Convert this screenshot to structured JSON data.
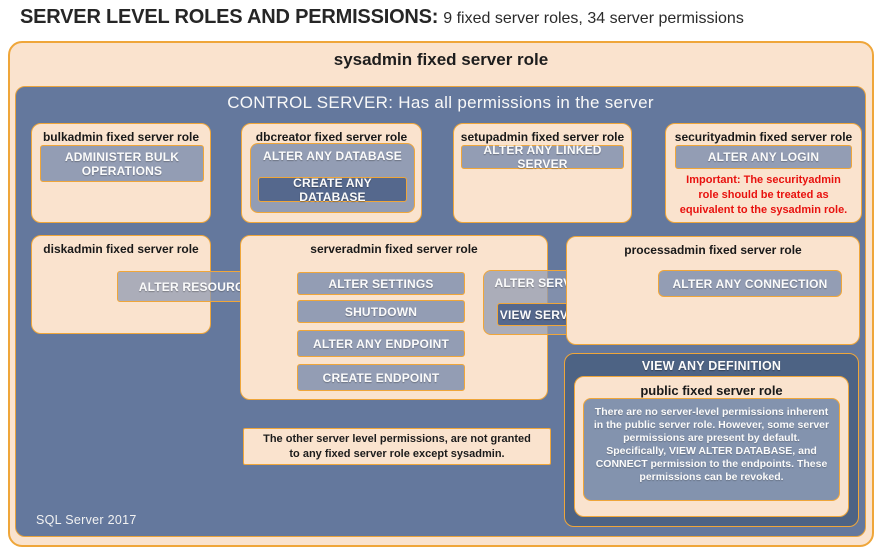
{
  "title": {
    "main": "SERVER LEVEL ROLES AND PERMISSIONS:",
    "subtitle": "9 fixed server roles, 34 server permissions"
  },
  "sysadmin_label": "sysadmin fixed server role",
  "control_server_label": "CONTROL SERVER: Has all permissions in the server",
  "roles": {
    "bulkadmin": {
      "title": "bulkadmin fixed server role",
      "permission": "ADMINISTER BULK OPERATIONS"
    },
    "dbcreator": {
      "title": "dbcreator fixed server role",
      "permission_outer": "ALTER ANY DATABASE",
      "permission_inner": "CREATE ANY DATABASE"
    },
    "setupadmin": {
      "title": "setupadmin fixed server role",
      "permission": "ALTER ANY LINKED SERVER"
    },
    "securityadmin": {
      "title": "securityadmin fixed server role",
      "permission": "ALTER ANY LOGIN",
      "warning_lines": [
        "Important: The securityadmin",
        "role should be treated as",
        "equivalent to the sysadmin role."
      ]
    },
    "diskadmin": {
      "title": "diskadmin fixed server role",
      "permission": "ALTER RESOURCES"
    },
    "serveradmin": {
      "title": "serveradmin fixed server role",
      "permissions": [
        "ALTER SETTINGS",
        "SHUTDOWN",
        "ALTER ANY ENDPOINT",
        "CREATE ENDPOINT"
      ],
      "permission_outer": "ALTER SERVER STATE",
      "permission_inner": "VIEW SERVER STATE"
    },
    "processadmin": {
      "title": "processadmin fixed server role",
      "permission": "ALTER ANY CONNECTION"
    },
    "public": {
      "container_label": "VIEW ANY DEFINITION",
      "title": "public fixed server role",
      "description": "There are no server-level permissions inherent in the public server role. However, some server permissions are present by default. Specifically, VIEW ALTER DATABASE, and CONNECT permission to the endpoints. These permissions can be revoked."
    }
  },
  "other_permissions_note_lines": [
    "The other server level permissions, are not granted",
    "to any fixed server role except sysadmin."
  ],
  "footer": {
    "version": "SQL Server 2017"
  },
  "colors": {
    "peach": "#FAE3CE",
    "amber_border": "#EFA63A",
    "slate_blue": "#64789D",
    "permission_fill": "#939DB4",
    "permission_dark_fill": "#55688D",
    "dark_panel": "#4D6384",
    "public_text_fill": "#8393AE",
    "warning_red": "#E8120F"
  }
}
